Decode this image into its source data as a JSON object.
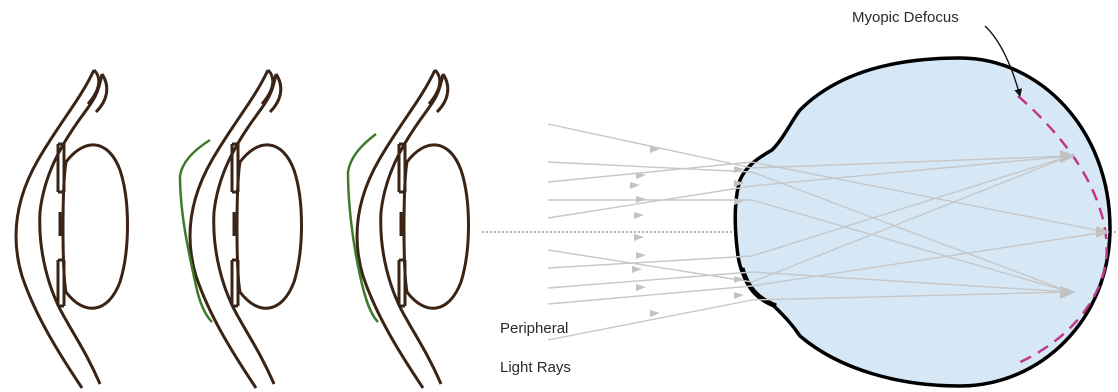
{
  "labels": {
    "myopic_defocus": "Myopic Defocus",
    "peripheral_line1": "Peripheral",
    "peripheral_line2": "Light Rays"
  },
  "colors": {
    "eye_outline": "#3a2416",
    "contact_lens": "#3f7a2b",
    "globe_fill": "#d6e8f6",
    "globe_outline": "#000000",
    "rays": "#c7c7c7",
    "defocus_arc": "#c0388c",
    "axis": "#9a9a9a"
  },
  "figures": [
    {
      "name": "cornea-without-lens",
      "contact_lens": false
    },
    {
      "name": "cornea-with-lens-1",
      "contact_lens": true
    },
    {
      "name": "cornea-with-lens-2",
      "contact_lens": true
    }
  ]
}
